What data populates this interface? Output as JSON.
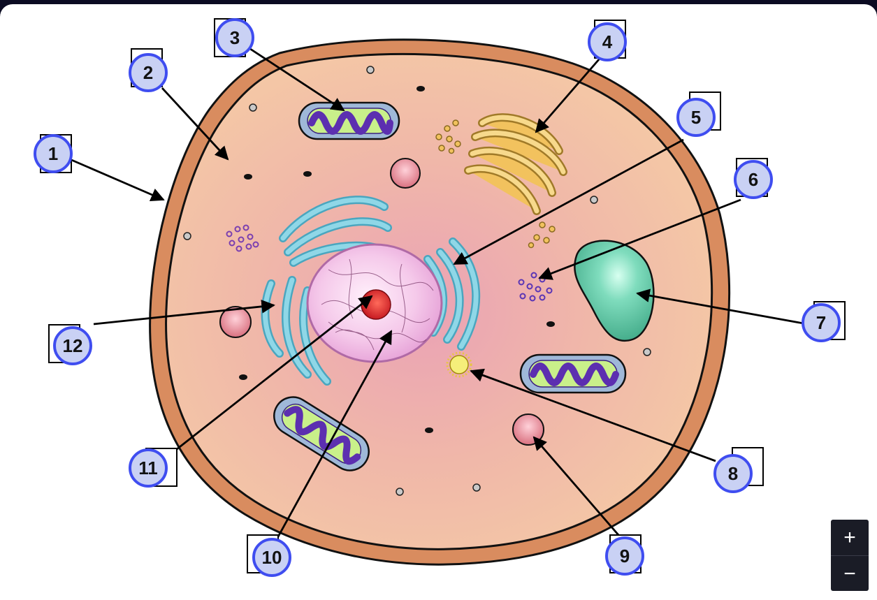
{
  "labels": [
    {
      "id": "1",
      "number": "1"
    },
    {
      "id": "2",
      "number": "2"
    },
    {
      "id": "3",
      "number": "3"
    },
    {
      "id": "4",
      "number": "4"
    },
    {
      "id": "5",
      "number": "5"
    },
    {
      "id": "6",
      "number": "6"
    },
    {
      "id": "7",
      "number": "7"
    },
    {
      "id": "8",
      "number": "8"
    },
    {
      "id": "9",
      "number": "9"
    },
    {
      "id": "10",
      "number": "10"
    },
    {
      "id": "11",
      "number": "11"
    },
    {
      "id": "12",
      "number": "12"
    }
  ],
  "zoom": {
    "in_label": "+",
    "out_label": "−"
  },
  "colors": {
    "background": "#0b0b22",
    "canvas": "#ffffff",
    "marker_ring": "#3f4df0",
    "marker_fill": "#c9d1f4",
    "cell_membrane": "#d98c5f",
    "cytoplasm": "#f1c3a6",
    "nucleus": "#f3c4e6",
    "nucleolus": "#d72a2a",
    "er": "#7fcfe0",
    "golgi": "#f2c25e",
    "mitochondria": "#5c2fb0",
    "vacuole": "#5fc9a3",
    "lysosome": "#e58fa0",
    "centrosome": "#f5ee7a"
  }
}
